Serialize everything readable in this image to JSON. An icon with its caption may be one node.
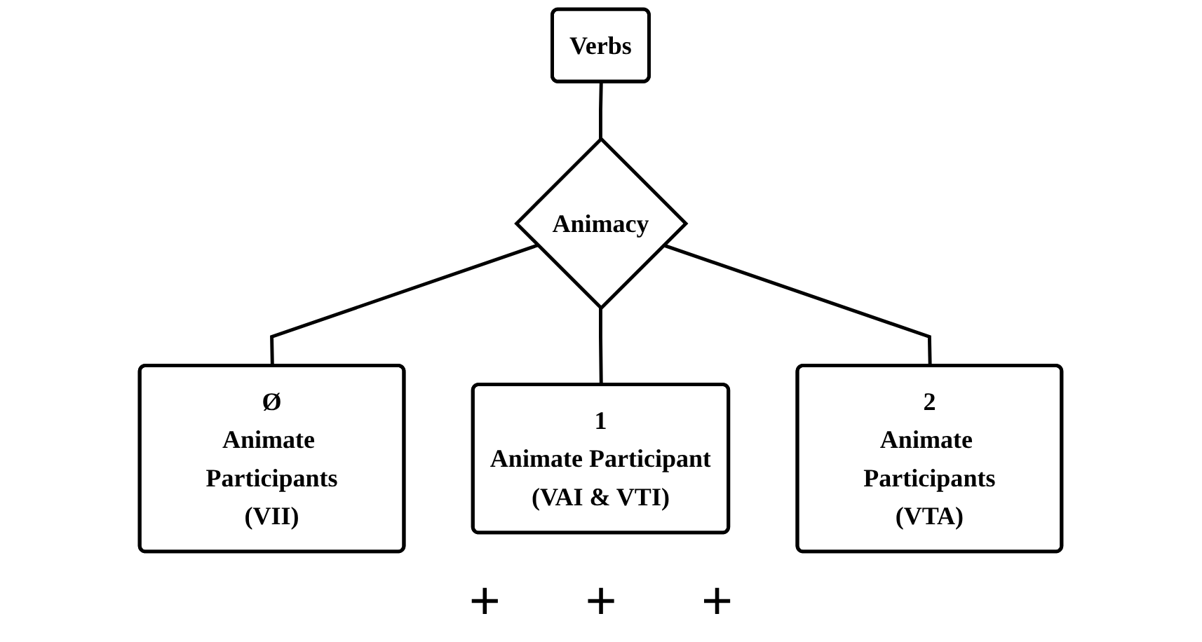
{
  "diagram": {
    "nodes": [
      {
        "text": [
          "Verbs"
        ]
      },
      {
        "text": [
          "Animacy"
        ]
      },
      {
        "text": [
          "Ø",
          "Animate Participants",
          "(VII)"
        ]
      },
      {
        "text": [
          "1",
          "Animate Participant",
          "(VAI & VTI)"
        ]
      },
      {
        "text": [
          "2",
          "Animate Participants",
          "(VTA)"
        ]
      }
    ],
    "edges": [
      {
        "from": 0,
        "to": 1,
        "arrow": "none"
      },
      {
        "from": 1,
        "to": 2,
        "arrow": "none"
      },
      {
        "from": 1,
        "to": 3,
        "arrow": "none"
      },
      {
        "from": 1,
        "to": 4,
        "arrow": "none"
      }
    ],
    "labels": [
      "+",
      "+",
      "+"
    ]
  }
}
